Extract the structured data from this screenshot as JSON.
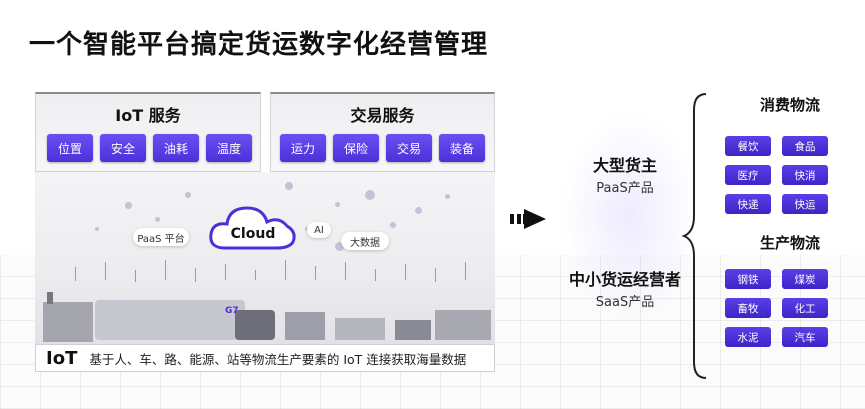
{
  "title": "一个智能平台搞定货运数字化经营管理",
  "left_panels": [
    {
      "title": "IoT 服务",
      "buttons": [
        "位置",
        "安全",
        "油耗",
        "温度"
      ]
    },
    {
      "title": "交易服务",
      "buttons": [
        "运力",
        "保险",
        "交易",
        "装备"
      ]
    }
  ],
  "scene": {
    "cloud_label": "Cloud",
    "pills": [
      "PaaS 平台",
      "AI",
      "大数据"
    ],
    "truck_logo": "G7"
  },
  "bottom": {
    "big": "IoT",
    "desc": "基于人、车、路、能源、站等物流生产要素的 IoT 连接获取海量数据"
  },
  "middle": [
    {
      "title": "大型货主",
      "sub": "PaaS产品"
    },
    {
      "title": "中小货运经营者",
      "sub": "SaaS产品"
    }
  ],
  "right": [
    {
      "title": "消费物流",
      "chips": [
        "餐饮",
        "食品",
        "医疗",
        "快消",
        "快递",
        "快运"
      ]
    },
    {
      "title": "生产物流",
      "chips": [
        "钢铁",
        "煤炭",
        "畜牧",
        "化工",
        "水泥",
        "汽车"
      ]
    }
  ],
  "colors": {
    "accent": "#4b31d8"
  }
}
